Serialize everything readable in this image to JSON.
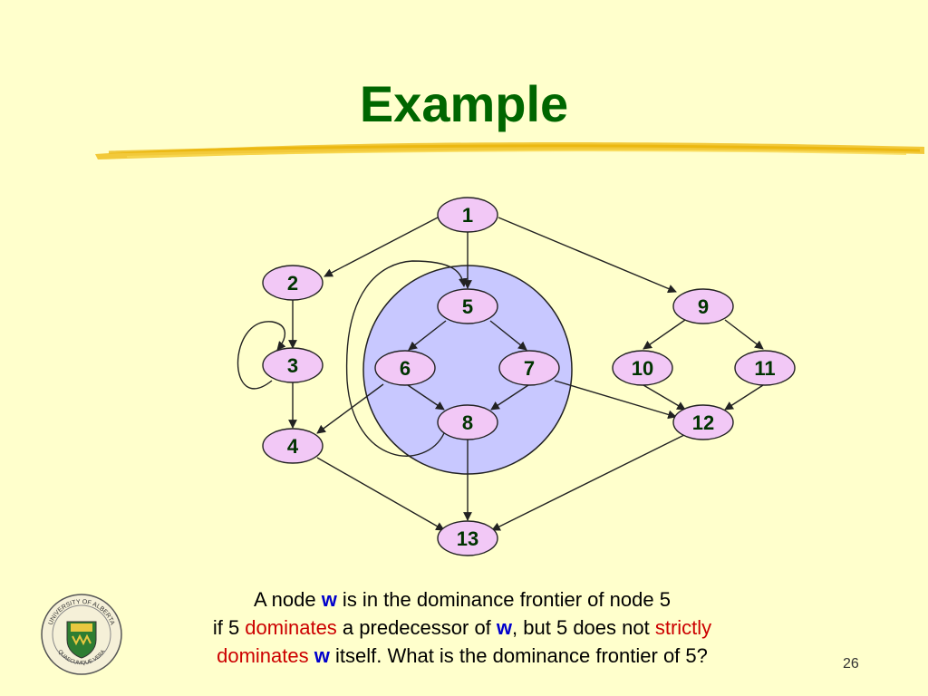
{
  "slide": {
    "title": "Example",
    "page_number": "26"
  },
  "graph": {
    "nodes": [
      {
        "id": "1",
        "label": "1"
      },
      {
        "id": "2",
        "label": "2"
      },
      {
        "id": "3",
        "label": "3"
      },
      {
        "id": "4",
        "label": "4"
      },
      {
        "id": "5",
        "label": "5"
      },
      {
        "id": "6",
        "label": "6"
      },
      {
        "id": "7",
        "label": "7"
      },
      {
        "id": "8",
        "label": "8"
      },
      {
        "id": "9",
        "label": "9"
      },
      {
        "id": "10",
        "label": "10"
      },
      {
        "id": "11",
        "label": "11"
      },
      {
        "id": "12",
        "label": "12"
      },
      {
        "id": "13",
        "label": "13"
      }
    ],
    "edges": [
      [
        "1",
        "2"
      ],
      [
        "1",
        "5"
      ],
      [
        "1",
        "9"
      ],
      [
        "2",
        "3"
      ],
      [
        "3",
        "3"
      ],
      [
        "3",
        "4"
      ],
      [
        "4",
        "13"
      ],
      [
        "5",
        "6"
      ],
      [
        "5",
        "7"
      ],
      [
        "6",
        "4"
      ],
      [
        "6",
        "8"
      ],
      [
        "7",
        "8"
      ],
      [
        "7",
        "12"
      ],
      [
        "8",
        "5"
      ],
      [
        "8",
        "13"
      ],
      [
        "9",
        "10"
      ],
      [
        "9",
        "11"
      ],
      [
        "10",
        "12"
      ],
      [
        "11",
        "12"
      ],
      [
        "12",
        "13"
      ]
    ],
    "highlighted_region": [
      "5",
      "6",
      "7",
      "8"
    ],
    "colors": {
      "node_fill": "#f2c8f6",
      "node_stroke": "#222222",
      "region_fill": "#c8c8ff",
      "label": "#003300"
    }
  },
  "caption": {
    "line1_a": "A node ",
    "line1_w": "w",
    "line1_b": " is in the dominance frontier of node 5",
    "line2_a": "if 5 ",
    "line2_dominates": "dominates",
    "line2_b": " a predecessor of ",
    "line2_w": "w",
    "line2_c": ", but 5 does not ",
    "line2_strictly": "strictly",
    "line3_dominates": "dominates",
    "line3_space": " ",
    "line3_w": "w",
    "line3_b": " itself. What is the dominance frontier of 5?"
  },
  "logo": {
    "text": "UNIVERSITY OF ALBERTA",
    "motto": "QUAECUMQUE VERA",
    "icon": "university-crest-icon"
  },
  "colors": {
    "background": "#ffffcc",
    "title": "#006600",
    "accent_stroke": "#f0c020",
    "emphasis_red": "#cc0000",
    "emphasis_blue": "#0000cc"
  }
}
